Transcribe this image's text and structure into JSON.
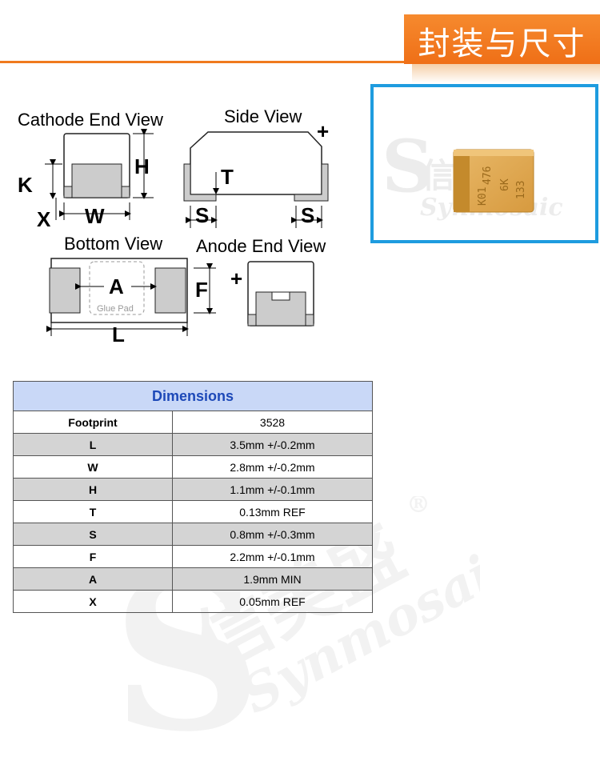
{
  "header": {
    "title": "封装与尺寸",
    "accent_color": "#f07a1e"
  },
  "photo": {
    "border_color": "#1e9cdf",
    "chip_marking": [
      "K01",
      "476",
      "6K",
      "133"
    ]
  },
  "drawing": {
    "views": {
      "cathode": "Cathode End View",
      "side": "Side View",
      "bottom": "Bottom View",
      "anode": "Anode End View"
    },
    "letters": {
      "K": "K",
      "H": "H",
      "X": "X",
      "W": "W",
      "T": "T",
      "S": "S",
      "A": "A",
      "F": "F",
      "L": "L"
    },
    "plus": "+",
    "glue_pad": "Glue Pad"
  },
  "table": {
    "caption": "Dimensions",
    "rows": [
      {
        "label": "Footprint",
        "value": "3528"
      },
      {
        "label": "L",
        "value": "3.5mm +/-0.2mm"
      },
      {
        "label": "W",
        "value": "2.8mm +/-0.2mm"
      },
      {
        "label": "H",
        "value": "1.1mm +/-0.1mm"
      },
      {
        "label": "T",
        "value": "0.13mm REF"
      },
      {
        "label": "S",
        "value": "0.8mm +/-0.3mm"
      },
      {
        "label": "F",
        "value": "2.2mm +/-0.1mm"
      },
      {
        "label": "A",
        "value": "1.9mm MIN"
      },
      {
        "label": "X",
        "value": "0.05mm REF"
      }
    ]
  },
  "watermark": {
    "cn": "信美盛",
    "en": "Synmosaic",
    "registered": "®"
  }
}
